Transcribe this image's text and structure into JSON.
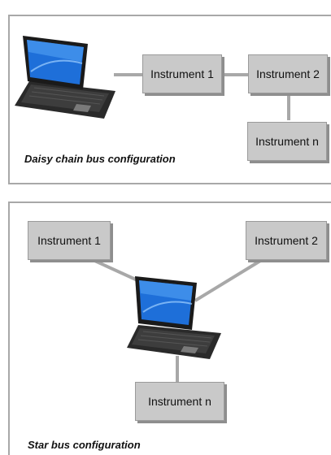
{
  "daisy": {
    "instrument1": "Instrument 1",
    "instrument2": "Instrument 2",
    "instrumentN": "Instrument n",
    "caption": "Daisy chain bus configuration"
  },
  "star": {
    "instrument1": "Instrument 1",
    "instrument2": "Instrument 2",
    "instrumentN": "Instrument n",
    "caption": "Star bus configuration"
  },
  "colors": {
    "box_fill": "#c9c9c9",
    "box_shadow": "#8e8e8e",
    "connector": "#a8a8a8",
    "panel_border": "#a8a8a8",
    "laptop_screen": "#1e6fd9"
  },
  "icons": {
    "computer": "laptop-icon"
  }
}
